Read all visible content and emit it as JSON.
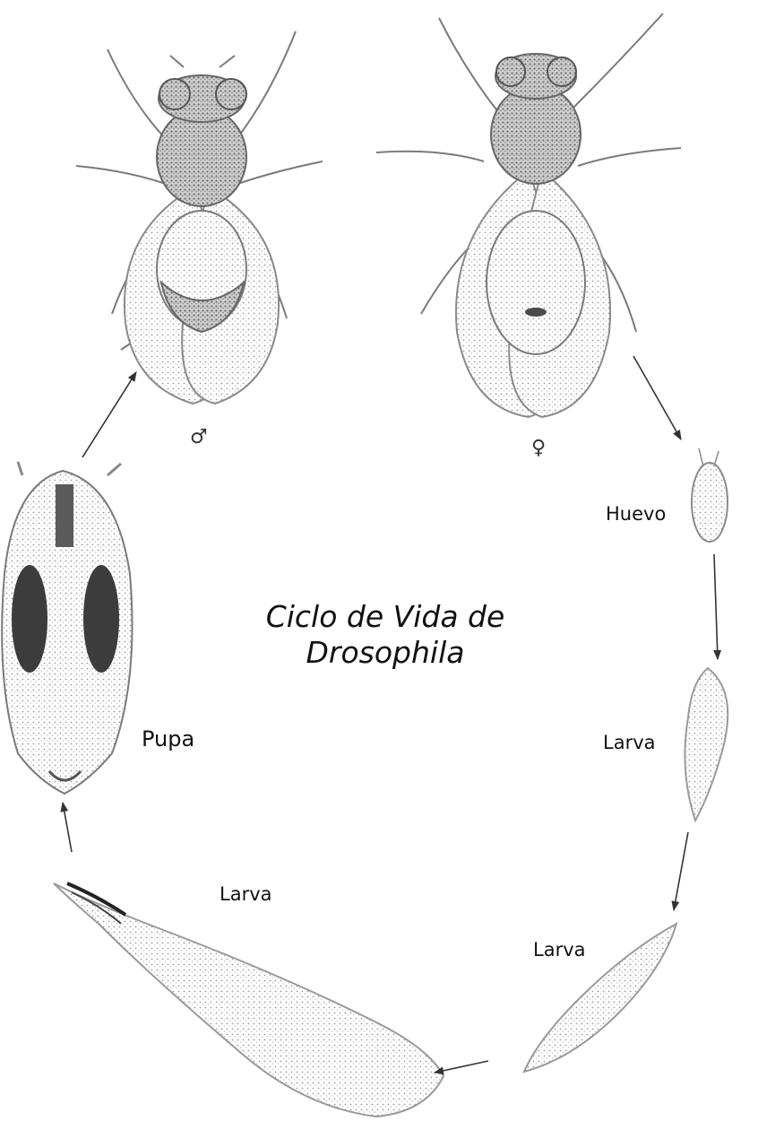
{
  "title_line1": "Ciclo de Vida de",
  "title_line2": "Drosophila",
  "labels": {
    "male_symbol": "♂",
    "female_symbol": "♀",
    "egg": "Huevo",
    "larva_1": "Larva",
    "larva_2": "Larva",
    "larva_3": "Larva",
    "pupa": "Pupa"
  },
  "colors": {
    "ink": "#111111",
    "sketch": "#777777",
    "shade": "#555555",
    "background": "#ffffff"
  }
}
